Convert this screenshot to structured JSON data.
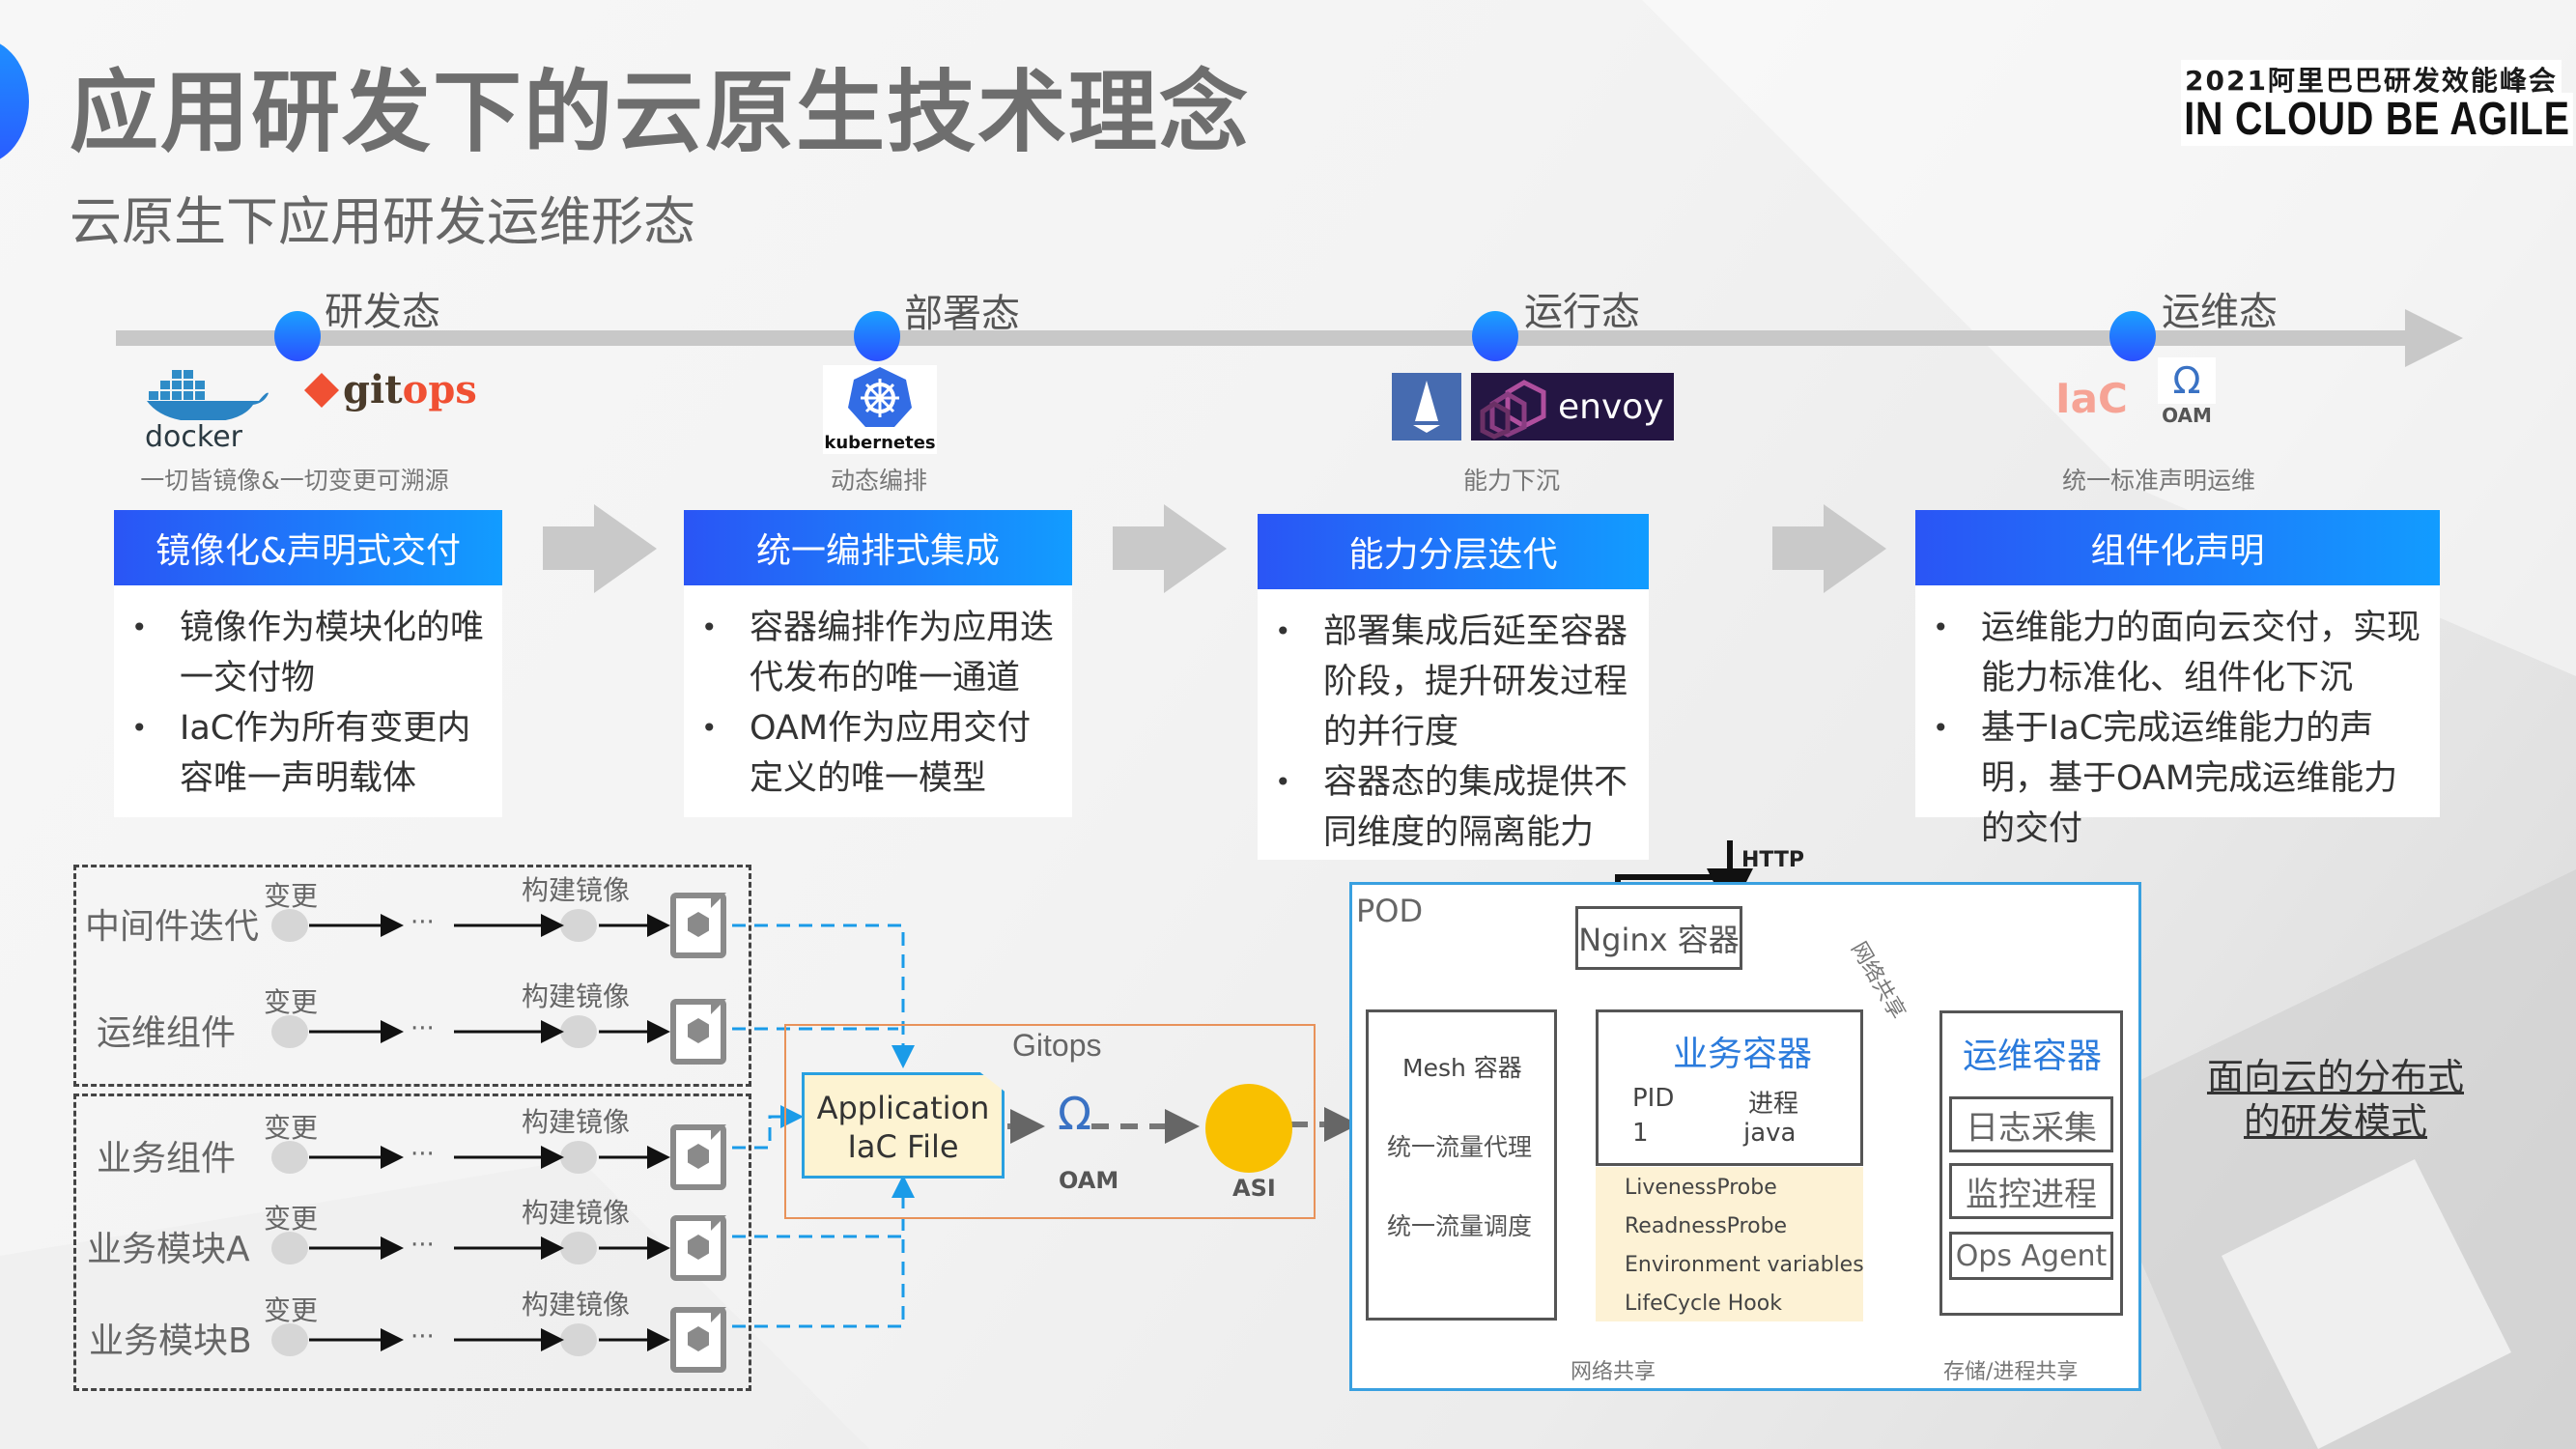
{
  "header": {
    "title": "应用研发下的云原生技术理念",
    "subtitle": "云原生下应用研发运维形态",
    "brand_line1": "2021阿里巴巴研发效能峰会",
    "brand_line2": "IN CLOUD BE AGILE"
  },
  "timeline": {
    "stages": [
      {
        "label": "研发态",
        "logos": [
          "docker",
          "gitops"
        ],
        "caption": "一切皆镜像&一切变更可溯源"
      },
      {
        "label": "部署态",
        "logos": [
          "kubernetes"
        ],
        "caption": "动态编排"
      },
      {
        "label": "运行态",
        "logos": [
          "istio",
          "envoy"
        ],
        "caption": "能力下沉"
      },
      {
        "label": "运维态",
        "logos": [
          "IaC",
          "OAM"
        ],
        "caption": "统一标准声明运维"
      }
    ],
    "logo_text": {
      "docker": "docker",
      "gitops_git": "git",
      "gitops_ops": "ops",
      "kubernetes": "kubernetes",
      "envoy": "envoy",
      "iac": "IaC",
      "oam": "OAM"
    }
  },
  "cards": [
    {
      "title": "镜像化&声明式交付",
      "bullets": [
        "镜像作为模块化的唯一交付物",
        "IaC作为所有变更内容唯一声明载体"
      ]
    },
    {
      "title": "统一编排式集成",
      "bullets": [
        "容器编排作为应用迭代发布的唯一通道",
        "OAM作为应用交付定义的唯一模型"
      ]
    },
    {
      "title": "能力分层迭代",
      "bullets": [
        "部署集成后延至容器阶段，提升研发过程的并行度",
        "容器态的集成提供不同维度的隔离能力"
      ]
    },
    {
      "title": "组件化声明",
      "bullets": [
        "运维能力的面向云交付，实现能力标准化、组件化下沉",
        "基于IaC完成运维能力的声明，基于OAM完成运维能力的交付"
      ]
    }
  ],
  "pipeline": {
    "change_label": "变更",
    "build_label": "构建镜像",
    "ellipsis": "···",
    "rows": [
      {
        "name": "中间件迭代",
        "group": 1
      },
      {
        "name": "运维组件",
        "group": 1
      },
      {
        "name": "业务组件",
        "group": 2
      },
      {
        "name": "业务模块A",
        "group": 2
      },
      {
        "name": "业务模块B",
        "group": 2
      }
    ]
  },
  "gitops": {
    "title": "Gitops",
    "app_file_line1": "Application",
    "app_file_line2": "IaC File",
    "oam_label": "OAM",
    "asi_label": "ASI"
  },
  "pod": {
    "label": "POD",
    "http_label": "HTTP",
    "nginx": "Nginx 容器",
    "mesh": {
      "title": "Mesh 容器",
      "items": [
        "统一流量代理",
        "统一流量调度"
      ]
    },
    "business": {
      "title": "业务容器",
      "pid_header": "PID",
      "proc_header": "进程",
      "pid": "1",
      "proc": "java",
      "probes": [
        "LivenessProbe",
        "ReadnessProbe",
        "Environment variables",
        "LifeCycle Hook"
      ]
    },
    "ops": {
      "title": "运维容器",
      "items": [
        "日志采集",
        "监控进程",
        "Ops Agent"
      ]
    },
    "network_share_side": "网络共享",
    "network_share_bottom": "网络共享",
    "storage_share": "存储/进程共享"
  },
  "right_note": {
    "line1": "面向云的分布式",
    "line2": "的研发模式"
  },
  "colors": {
    "accent_blue": "#2a55f5",
    "accent_cyan": "#129cff",
    "connector_blue": "#1a9be8",
    "asi_yellow": "#f9c000",
    "gitops_orange": "#e8925a",
    "iac_pink": "#f6a395",
    "envoy_bg": "#241543"
  }
}
